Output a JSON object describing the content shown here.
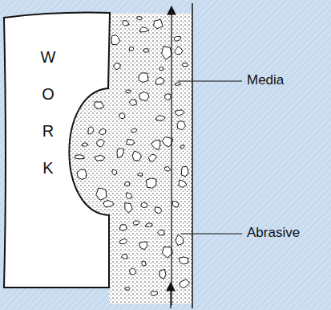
{
  "diagram": {
    "labels": [
      "WORK",
      "Media",
      "Abrasive"
    ]
  }
}
